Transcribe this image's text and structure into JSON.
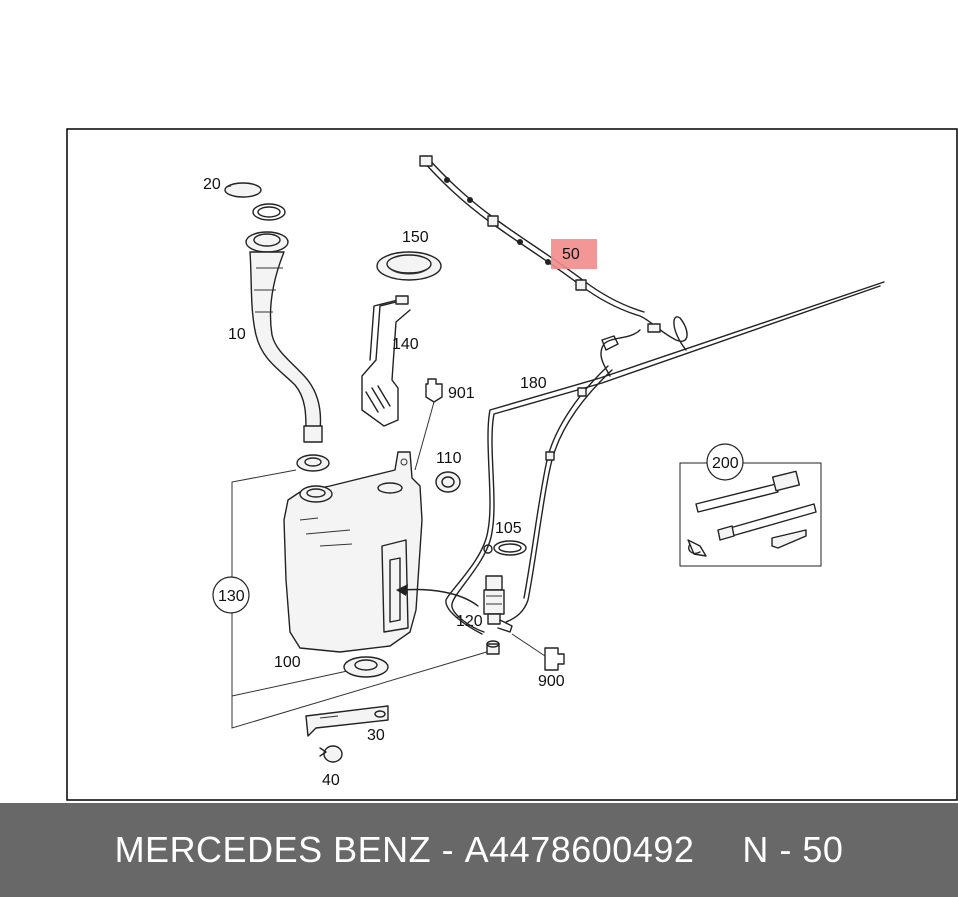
{
  "callouts": {
    "p20": "20",
    "p10": "10",
    "p150": "150",
    "p140": "140",
    "p901": "901",
    "p110": "110",
    "p50": "50",
    "p180": "180",
    "p200": "200",
    "p105": "105",
    "p130": "130",
    "p120": "120",
    "p900": "900",
    "p100": "100",
    "p30": "30",
    "p40": "40"
  },
  "highlight_color": "#f28b8b",
  "footer": {
    "brand": "MERCEDES BENZ",
    "separator": "-",
    "part_number": "A4478600492",
    "position": "N - 50"
  }
}
